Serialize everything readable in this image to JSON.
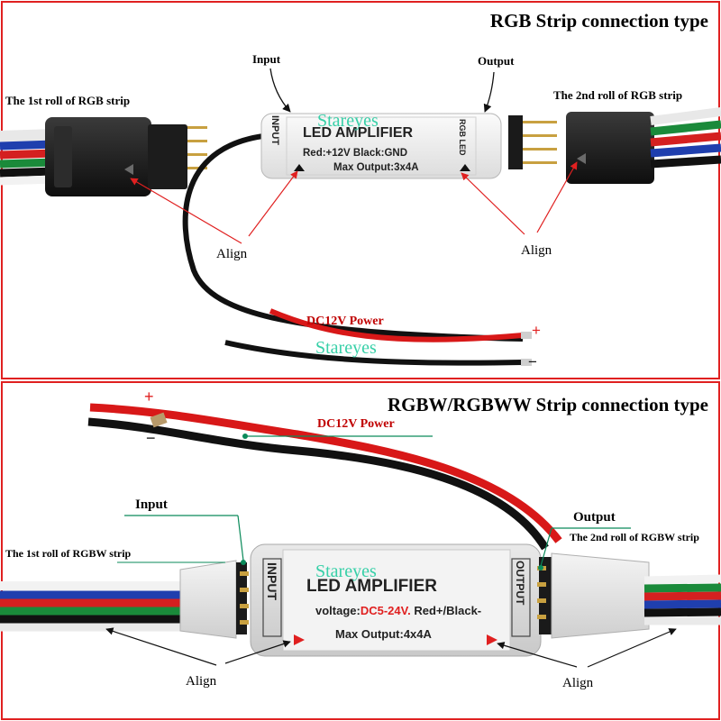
{
  "top": {
    "title": "RGB Strip connection type",
    "input_label": "Input",
    "output_label": "Output",
    "strip1_label": "The 1st roll of RGB strip",
    "strip2_label": "The 2nd roll of RGB strip",
    "align_left": "Align",
    "align_right": "Align",
    "power_label": "DC12V Power",
    "plus": "+",
    "minus": "−",
    "watermark_1": "Stareyes",
    "watermark_2": "Stareyes",
    "amp": {
      "title": "LED AMPLIFIER",
      "line1": "Red:+12V Black:GND",
      "line2": "Max Output:3x4A",
      "in_tag": "INPUT",
      "out_tag": "RGB LED"
    }
  },
  "bottom": {
    "title": "RGBW/RGBWW Strip connection type",
    "power_label": "DC12V Power",
    "plus": "+",
    "minus": "−",
    "input_label": "Input",
    "output_label": "Output",
    "strip1_label": "The 1st roll of RGBW strip",
    "strip2_label": "The 2nd roll of RGBW strip",
    "align_left": "Align",
    "align_right": "Align",
    "watermark": "Stareyes",
    "amp": {
      "title": "LED AMPLIFIER",
      "line1_prefix": "voltage:",
      "line1_voltage": "DC5-24V.",
      "line1_suffix": " Red+/Black-",
      "line2": "Max Output:4x4A",
      "in_tag": "INPUT",
      "out_tag": "OUTPUT"
    }
  },
  "colors": {
    "frame": "#e02020",
    "arrow_red": "#e02020",
    "arrow_green": "#0a8a5a",
    "wire_red": "#d81818",
    "wire_black": "#111111"
  }
}
